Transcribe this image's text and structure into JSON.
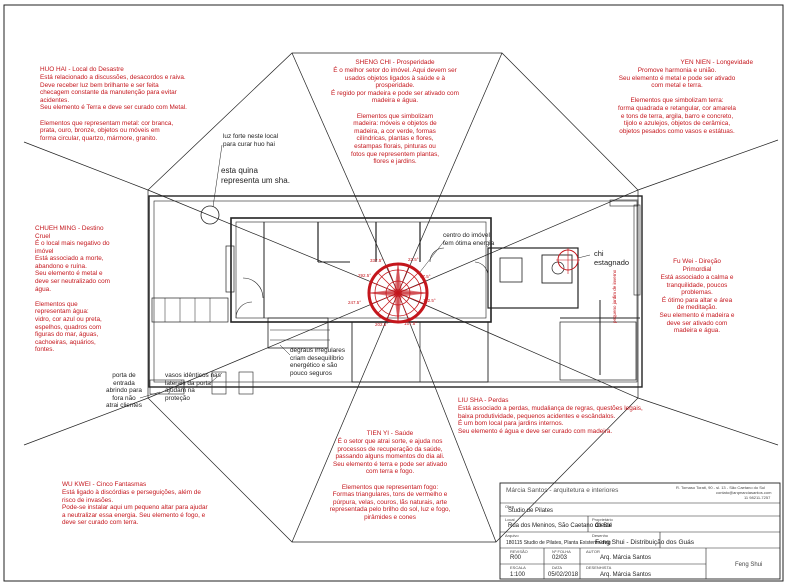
{
  "sectors": {
    "hue_hai": {
      "title": "HUO HAI - Local do Desastre",
      "body": "Está relacionado a discussões, desacordos e raiva.\nDeve receber luz bem brilhante e ser feita\nchecagem constante da manutenção para evitar\nacidentes.\nSeu elemento é Terra e deve ser curado com Metal.\n\nElementos que representam metal: cor branca,\nprata, ouro, bronze, objetos ou móveis em\nforma circular, quartzo, mármore, granito."
    },
    "sheng_chi": {
      "title": "SHENG CHI - Prosperidade",
      "body": "É o melhor setor do imóvel. Aqui devem ser\nusados objetos ligados à saúde e à\nprosperidade.\nÉ regido por madeira e pode ser ativado com\nmadeira e água.\n\nElementos que simbolizam\nmadeira: móveis e objetos de\nmadeira, a cor verde, formas\ncilíndricas, plantas e flores,\nestampas florais, pinturas ou\nfotos que representem plantas,\nflores e jardins."
    },
    "yen_nien": {
      "title": "YEN NIEN - Longevidade",
      "body": "Promove harmonia e união.\nSeu elemento é metal e pode ser ativado\ncom metal e terra.\n\nElementos que simbolizam terra:\nforma quadrada e retangular, cor amarela\ne tons de terra, argila, barro e concreto,\ntijolo e azulejos, objetos de cerâmica,\nobjetos pesados como vasos e estátuas."
    },
    "chueh_ming": {
      "title": "CHUEH MING - Destino\nCruel",
      "body": "É o local mais negativo do\nimóvel\nEstá associado a morte,\nabandono e ruína.\nSeu elemento é metal e\ndeve ser neutralizado com\nágua.\n\nElementos que\nrepresentam água:\nvidro, cor azul ou preta,\nespelhos, quadros com\nfiguras do mar, águas,\ncachoeiras, aquários,\nfontes."
    },
    "fu_wei": {
      "title": "Fu Wei - Direção\nPrimordial",
      "body": "Está associado a calma e\ntranquilidade, poucos\nproblemas.\nÉ ótimo para altar e área\nde meditação.\nSeu elemento é madeira e\ndeve ser ativado com\nmadeira e água."
    },
    "liu_sha": {
      "title": "LIU SHA - Perdas",
      "body": "Está associado a perdas, mudaliança de regras, questões legais,\nbaixa produtividade, pequenos acidentes e escândalos.\nÉ um bom local para jardins internos.\nSeu elemento é água e deve ser curado com madeira."
    },
    "tien_yi": {
      "title": "TIEN YI - Saúde",
      "body": "É o setor que atrai sorte, e ajuda nos\nprocessos de recuperação da saúde,\npassando alguns momentos do dia ali.\nSeu elemento é terra e pode ser ativado\ncom terra e fogo.\n\nElementos que representam fogo:\nFormas triangulares, tons de vermelho e\npúrpura, velas, couros, lãs naturais, arte\nrepresentada pelo brilho do sol, luz e fogo,\npirâmides e cones"
    },
    "wu_kwei": {
      "title": "WU KWEI - Cinco Fantasmas",
      "body": "Está ligado à discórdias e perseguições, além de\nrisco de invasões.\nPode-se instalar aqui um pequeno altar para ajudar\na neutralizar essa energia. Seu elemento é fogo, e\ndeve ser curado com terra."
    }
  },
  "annotations": {
    "luz_forte": "luz forte neste local\npara curar huo hai",
    "quina": "esta quina\nrepresenta um sha.",
    "centro": "centro do imóvel\ntem ótima energia",
    "chi_estagnado": "chi\nestagnado",
    "degraus": "degraus irregulares\ncriam desequilíbrio\nenergético e são\npouco seguros",
    "vasos": "vasos idênticos nas\nlaterais da porta\najudam na\nproteção",
    "porta_entrada": "porta de\nentrada\nabrindo para\nfora não\natrai clientes",
    "vertical_note": "pequeno jardim de inverno"
  },
  "compass": {
    "degrees": [
      "337.5°",
      "22.5°",
      "67.5°",
      "112.5°",
      "157.5°",
      "202.5°",
      "247.5°",
      "292.5°"
    ]
  },
  "title_block": {
    "firm": "Márcia Santos - arquitetura e interiores",
    "address": "R. Tomaso Torati, 90 - sl. 13 - São Caetano do Sul",
    "email": "contato@arqmarciasantos.com",
    "phone": "11 98211-7257",
    "obra_label": "Obra",
    "obra": "Studio de Pilates",
    "local_label": "Local",
    "local": "Rua dos Meninos, São Caetano do Sul",
    "proprietario_label": "Proprietário",
    "proprietario": "Cleide",
    "arquivo_label": "Arquivo",
    "arquivo": "180115 Studio de Pilates, Planta Existente.dwg",
    "desenho_label": "Desenho",
    "desenho": "Feng Shui - Distribuição dos Guás",
    "revisao_label": "REVISÃO",
    "revisao": "R00",
    "folha_label": "Nº FOLHA",
    "folha": "02/03",
    "autor_label": "AUTOR",
    "autor": "Arq. Márcia Santos",
    "escala_label": "ESCALA",
    "escala": "1:100",
    "data_label": "DATA",
    "data": "05/02/2018",
    "desenhista_label": "DESENHISTA",
    "desenhista": "Arq. Márcia Santos",
    "stamp": "Feng Shui"
  },
  "colors": {
    "accent": "#c4161c",
    "ink": "#222222"
  }
}
